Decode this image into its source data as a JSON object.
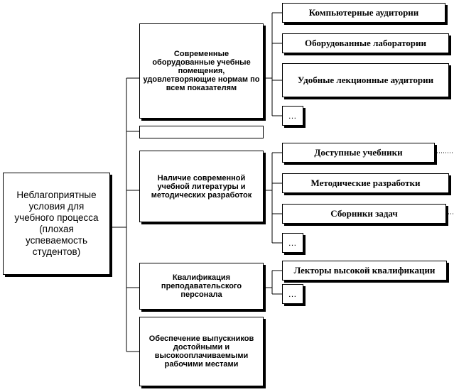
{
  "root": {
    "label": "Неблагоприятные условия  для учебного процесса (плохая успеваемость студентов)"
  },
  "groups": {
    "premises": {
      "label": "Современные оборудованные учебные помещения, удовлетворяющие нормам по всем показателям",
      "items": [
        "Компьютерные аудитории",
        "Оборудованные лаборатории",
        "Удобные лекционные аудитории"
      ],
      "more": "…"
    },
    "literature": {
      "label": "Наличие современной учебной литературы и методических разработок",
      "items": [
        "Доступные учебники",
        "Методические разработки",
        "Сборники задач"
      ],
      "more": "…"
    },
    "staff": {
      "label": "Квалификация преподавательского персонала",
      "items": [
        "Лекторы высокой квалификации"
      ],
      "more": "…"
    },
    "jobs": {
      "label": "Обеспечение выпускников достойными и высокооплачиваемыми рабочими местами"
    }
  }
}
